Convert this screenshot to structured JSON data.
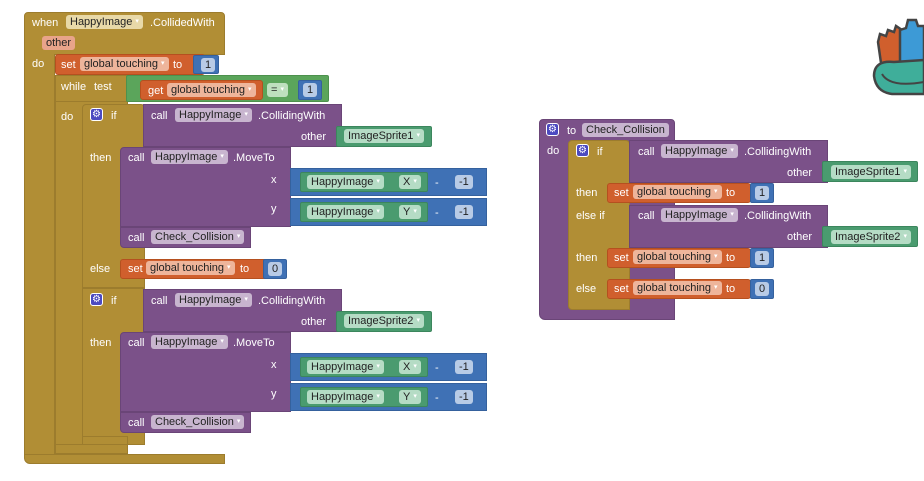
{
  "event_block": {
    "when": "when",
    "component": "HappyImage",
    "event": ".CollidedWith",
    "param": "other",
    "do": "do",
    "set1": {
      "set": "set",
      "var": "global touching",
      "to": "to",
      "value": "1"
    },
    "while": {
      "label": "while",
      "test": "test",
      "get": "get",
      "var": "global touching",
      "op": "=",
      "value": "1",
      "do": "do"
    },
    "if1": {
      "if": "if",
      "call": "call",
      "component": "HappyImage",
      "method": ".CollidingWith",
      "other_label": "other",
      "other_value": "ImageSprite1",
      "then": "then",
      "moveto": {
        "call": "call",
        "component": "HappyImage",
        "method": ".MoveTo",
        "x_label": "x",
        "x_comp": "HappyImage",
        "x_prop": "X",
        "x_op": "-",
        "x_val": "-1",
        "y_label": "y",
        "y_comp": "HappyImage",
        "y_prop": "Y",
        "y_op": "-",
        "y_val": "-1"
      },
      "check": {
        "call": "call",
        "proc": "Check_Collision"
      },
      "else": "else",
      "set0": {
        "set": "set",
        "var": "global touching",
        "to": "to",
        "value": "0"
      }
    },
    "if2": {
      "if": "if",
      "call": "call",
      "component": "HappyImage",
      "method": ".CollidingWith",
      "other_label": "other",
      "other_value": "ImageSprite2",
      "then": "then",
      "moveto": {
        "call": "call",
        "component": "HappyImage",
        "method": ".MoveTo",
        "x_label": "x",
        "x_comp": "HappyImage",
        "x_prop": "X",
        "x_op": "-",
        "x_val": "-1",
        "y_label": "y",
        "y_comp": "HappyImage",
        "y_prop": "Y",
        "y_op": "-",
        "y_val": "-1"
      },
      "check": {
        "call": "call",
        "proc": "Check_Collision"
      }
    }
  },
  "procedure_block": {
    "to": "to",
    "name": "Check_Collision",
    "do": "do",
    "if": "if",
    "call1": {
      "call": "call",
      "component": "HappyImage",
      "method": ".CollidingWith",
      "other_label": "other",
      "other_value": "ImageSprite1"
    },
    "then1": {
      "label": "then",
      "set": "set",
      "var": "global touching",
      "to": "to",
      "value": "1"
    },
    "elseif": "else if",
    "call2": {
      "call": "call",
      "component": "HappyImage",
      "method": ".CollidingWith",
      "other_label": "other",
      "other_value": "ImageSprite2"
    },
    "then2": {
      "label": "then",
      "set": "set",
      "var": "global touching",
      "to": "to",
      "value": "1"
    },
    "else": {
      "label": "else",
      "set": "set",
      "var": "global touching",
      "to": "to",
      "value": "0"
    }
  },
  "backpack": {
    "icon": "backpack-icon"
  },
  "colors": {
    "control": "#b18e35",
    "procedure": "#7b5189",
    "variable": "#d05f2d",
    "math": "#3f71b5",
    "component": "#4a9b6f",
    "logic": "#5ba55b"
  }
}
